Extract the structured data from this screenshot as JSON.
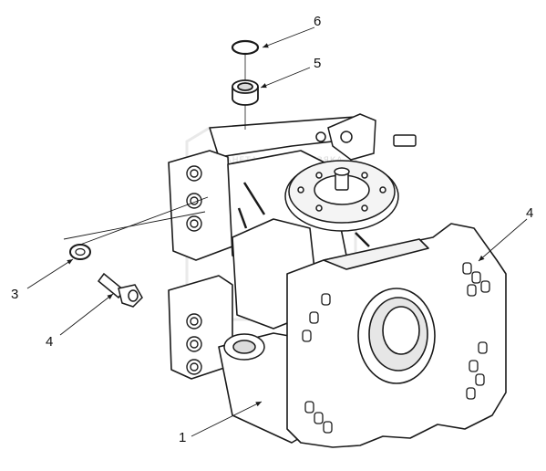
{
  "callouts": {
    "c1": "1",
    "c3": "3",
    "c4_left": "4",
    "c4_right": "4",
    "c5": "5",
    "c6": "6"
  },
  "watermark": {
    "text_left": "ПЛАНЕТА",
    "text_right": "ЖЕЛЕЗЯКА"
  },
  "colors": {
    "line": "#1a1a1a",
    "shade": "#9a9a9a",
    "watermark": "#c4c4c4"
  }
}
